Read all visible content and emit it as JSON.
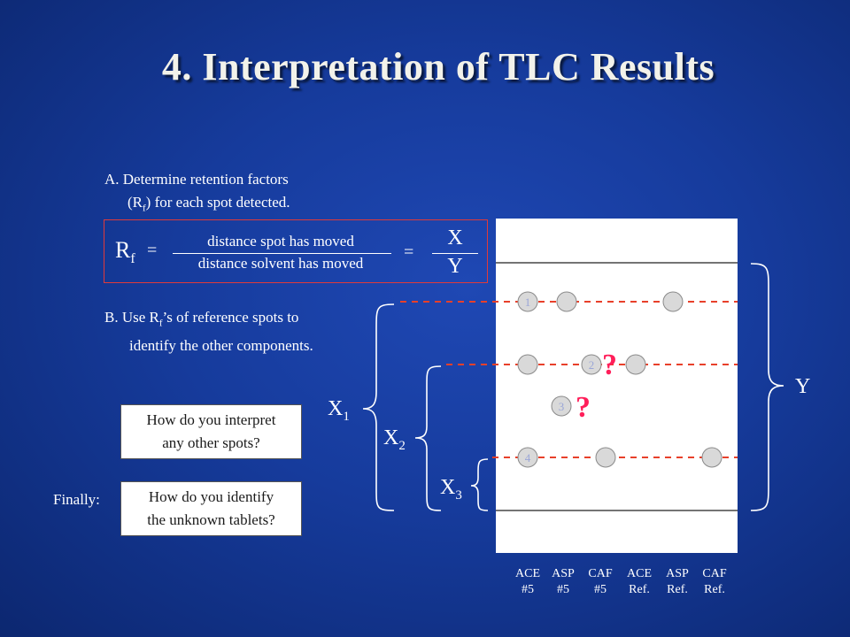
{
  "slide": {
    "title": "4. Interpretation of TLC Results",
    "step_a": {
      "line1": "A. Determine retention factors",
      "line2_pre": "(R",
      "line2_sub": "f",
      "line2_post": ") for each spot detected."
    },
    "formula": {
      "lhs": "R",
      "lhs_sub": "f",
      "equals1": "=",
      "numerator": "distance spot has moved",
      "denominator": "distance solvent has moved",
      "equals2": "=",
      "x": "X",
      "y": "Y"
    },
    "step_b": {
      "line1_pre": "B. Use R",
      "line1_sub": "f",
      "line1_post": "’s of reference spots to",
      "line2": "identify the other components."
    },
    "question1": {
      "line1": "How do you interpret",
      "line2": "any other spots?"
    },
    "finally_label": "Finally:",
    "question2": {
      "line1": "How do you identify",
      "line2": "the unknown tablets?"
    },
    "brace_labels": {
      "x1": "X",
      "x1_sub": "1",
      "x2": "X",
      "x2_sub": "2",
      "x3": "X",
      "x3_sub": "3",
      "y": "Y"
    },
    "spot_numbers": [
      "1",
      "2",
      "3",
      "4"
    ],
    "unknown_mark": "?",
    "lanes": [
      {
        "name": "ACE",
        "sample": "#5"
      },
      {
        "name": "ASP",
        "sample": "#5"
      },
      {
        "name": "CAF",
        "sample": "#5"
      },
      {
        "name": "ACE",
        "sample": "Ref."
      },
      {
        "name": "ASP",
        "sample": "Ref."
      },
      {
        "name": "CAF",
        "sample": "Ref."
      }
    ],
    "colors": {
      "background": "#163b9c",
      "formula_border": "#e03a3a",
      "dashed_line": "#e8402a",
      "question_mark": "#ff1f5a",
      "spot_fill": "#d9d9d9"
    }
  }
}
